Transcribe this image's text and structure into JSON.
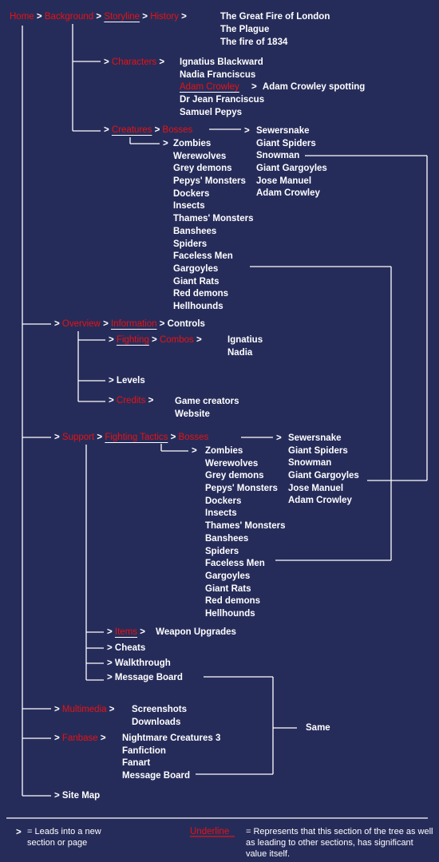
{
  "sym": ">",
  "nodes": {
    "home": "Home",
    "background": "Background",
    "storyline": "Storyline",
    "history": "History",
    "characters": "Characters",
    "adam_crowley": "Adam Crowley",
    "creatures": "Creatures",
    "bosses": "Bosses",
    "overview": "Overview",
    "information": "Information",
    "fighting": "Fighting",
    "combos": "Combos",
    "credits": "Credits",
    "support": "Support",
    "fighting_tactics": "Fighting Tactics",
    "bosses2": "Bosses",
    "items": "Items",
    "multimedia": "Multimedia",
    "fanbase": "Fanbase"
  },
  "history": [
    "The Great Fire of London",
    "The Plague",
    "The fire of 1834"
  ],
  "characters": [
    "Ignatius Blackward",
    "Nadia Franciscus",
    "Dr Jean Franciscus",
    "Samuel Pepys"
  ],
  "adam_spotting": "Adam Crowley spotting",
  "creatures": [
    "Zombies",
    "Werewolves",
    "Grey demons",
    "Pepys' Monsters",
    "Dockers",
    "Insects",
    "Thames' Monsters",
    "Banshees",
    "Spiders",
    "Faceless Men",
    "Gargoyles",
    "Giant Rats",
    "Red demons",
    "Hellhounds"
  ],
  "bosses": [
    "Sewersnake",
    "Giant Spiders",
    "Snowman",
    "Giant Gargoyles",
    "Jose Manuel",
    "Adam Crowley"
  ],
  "controls": "Controls",
  "combos": [
    "Ignatius",
    "Nadia"
  ],
  "levels": "Levels",
  "credits": [
    "Game creators",
    "Website"
  ],
  "tactics": [
    "Zombies",
    "Werewolves",
    "Grey demons",
    "Pepys' Monsters",
    "Dockers",
    "Insects",
    "Thames' Monsters",
    "Banshees",
    "Spiders",
    "Faceless Men",
    "Gargoyles",
    "Giant Rats",
    "Red demons",
    "Hellhounds"
  ],
  "bosses2": [
    "Sewersnake",
    "Giant Spiders",
    "Snowman",
    "Giant Gargoyles",
    "Jose Manuel",
    "Adam Crowley"
  ],
  "weapon_upgrades": "Weapon Upgrades",
  "cheats": "Cheats",
  "walkthrough": "Walkthrough",
  "message_board": "Message Board",
  "multimedia": [
    "Screenshots",
    "Downloads"
  ],
  "fanbase": [
    "Nightmare Creatures 3",
    "Fanfiction",
    "Fanart",
    "Message Board"
  ],
  "same": "Same",
  "site_map": "Site Map",
  "legend": {
    "arrow_symbol": ">",
    "arrow_text": "= Leads into a new section or page",
    "underline_label": "Underline",
    "underline_text": "= Represents that this section of the tree as well as leading to other sections, has significant value itself."
  },
  "colors": {
    "background": "#262c5a",
    "node": "#e81212",
    "text": "#ffffff"
  }
}
